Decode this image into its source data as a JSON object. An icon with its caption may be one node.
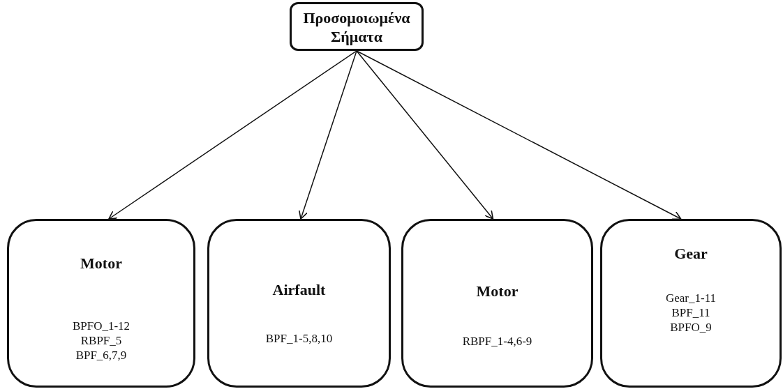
{
  "diagram": {
    "nodes": [
      {
        "text": [
          "Προσομοιωμένα Σήματα"
        ]
      },
      {
        "text": [
          "Motor",
          "BPFO_1-12",
          "RBPF_5",
          "BPF_6,7,9"
        ]
      },
      {
        "text": [
          "Airfault",
          "BPF_1-5,8,10"
        ]
      },
      {
        "text": [
          "Motor",
          "RBPF_1-4,6-9"
        ]
      },
      {
        "text": [
          "Gear",
          "Gear_1-11",
          "BPF_11",
          "BPFO_9"
        ]
      }
    ],
    "edges": [
      {
        "from": 0,
        "to": 1,
        "arrow": "to"
      },
      {
        "from": 0,
        "to": 2,
        "arrow": "to"
      },
      {
        "from": 0,
        "to": 3,
        "arrow": "to"
      },
      {
        "from": 0,
        "to": 4,
        "arrow": "to"
      }
    ]
  }
}
